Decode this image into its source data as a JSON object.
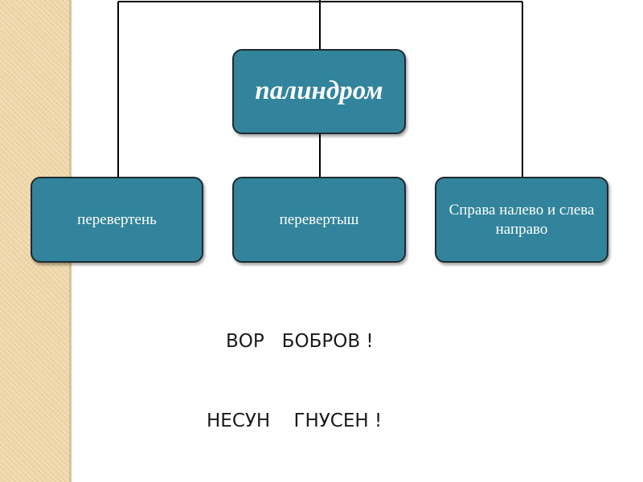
{
  "diagram": {
    "root": {
      "label": "палиндром"
    },
    "children": [
      {
        "label": "перевертень"
      },
      {
        "label": "перевертыш"
      },
      {
        "label": "Справа налево и слева направо"
      }
    ]
  },
  "examples": [
    {
      "text": "ВОР   БОБРОВ !"
    },
    {
      "text": "НЕСУН    ГНУСЕН !"
    }
  ],
  "colors": {
    "node_fill": "#31849b",
    "node_border": "#1f2a30",
    "side_strip": "#eed7a8",
    "connector": "#000000"
  }
}
